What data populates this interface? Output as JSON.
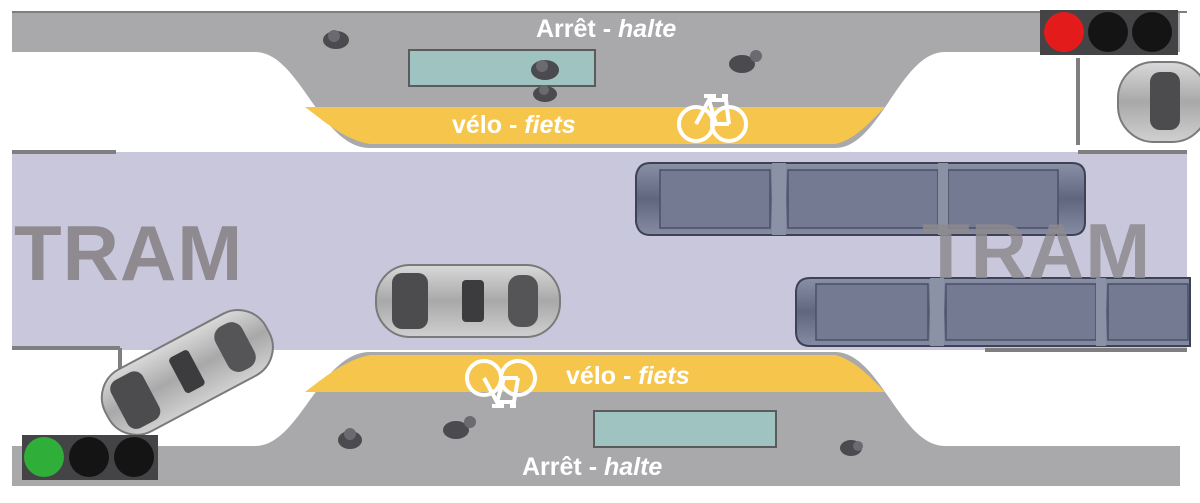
{
  "stop_top": {
    "word": "Arrêt",
    "sep": " - ",
    "word_alt": "halte"
  },
  "stop_bottom": {
    "word": "Arrêt",
    "sep": " - ",
    "word_alt": "halte"
  },
  "bike_top": {
    "word": "vélo",
    "sep": " - ",
    "word_alt": "fiets"
  },
  "bike_bottom": {
    "word": "vélo",
    "sep": " - ",
    "word_alt": "fiets"
  },
  "tram_left": "TRAM",
  "tram_right": "TRAM",
  "signal_top_right": {
    "state": "red"
  },
  "signal_bottom_left": {
    "state": "green"
  },
  "colors": {
    "sidewalk": "#a9a9ab",
    "tram_lane": "#c9c7dc",
    "bike_lane": "#f6c54b",
    "shelter": "#9fc3c0",
    "tram_body": "#6a7189",
    "signal_red": "#e31b1b",
    "signal_green": "#2fae3a"
  }
}
